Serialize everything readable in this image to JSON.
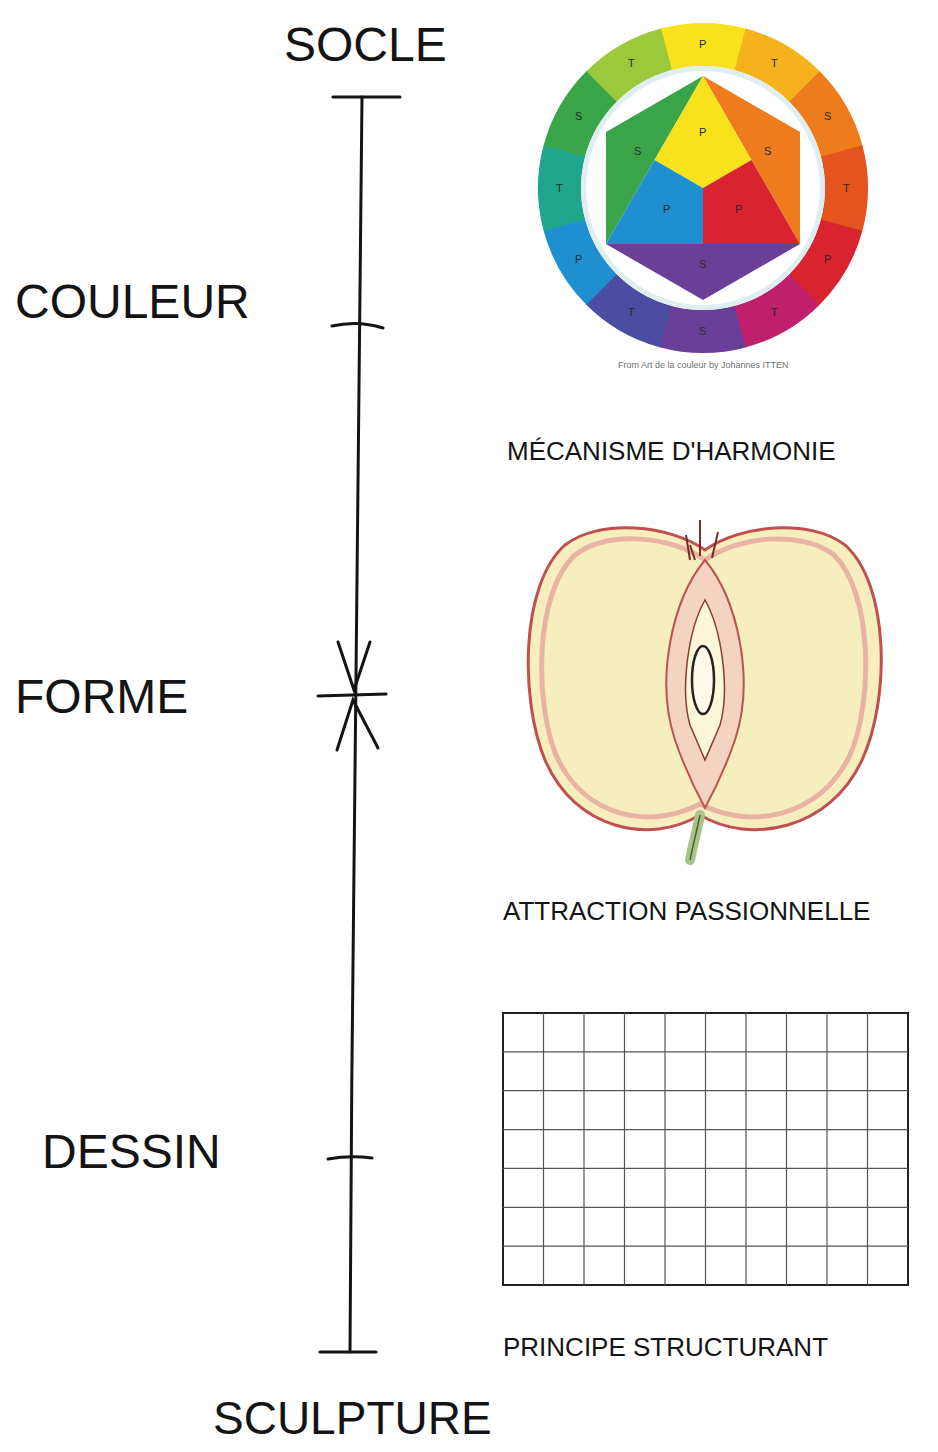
{
  "diagram": {
    "labels": [
      "SOCLE",
      "P",
      "T",
      "S",
      "T",
      "P",
      "T",
      "S",
      "T",
      "P",
      "T",
      "S",
      "T",
      "P",
      "P",
      "P",
      "S",
      "S",
      "S",
      "From Art de la couleur by Johannes ITTEN",
      "COULEUR",
      "MÉCANISME D'HARMONIE",
      "FORME",
      "ATTRACTION PASSIONNELLE",
      "DESSIN",
      "PRINCIPE STRUCTURANT",
      "SCULPTURE"
    ]
  }
}
